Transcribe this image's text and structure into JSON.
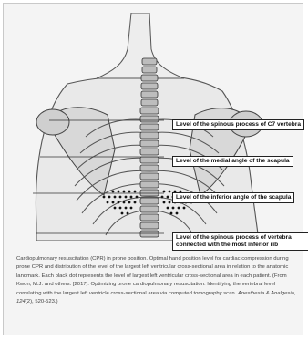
{
  "figure": {
    "labels": {
      "c7": "Level of the spinous process of C7 vertebra",
      "medial_scapula": "Level of the medial angle of the scapula",
      "inferior_scapula": "Level of the inferior angle of the scapula",
      "rib_line1": "Level of the spinous process of vertebra",
      "rib_line2": "connected with the most inferior rib"
    }
  },
  "caption": {
    "text": "Cardiopulmonary resuscitation (CPR) in prone position. Optimal hand position level for cardiac compression during prone CPR and distribution of the level of the largest left ventricular cross-sectional area in relation to the anatomic landmark. Each black dot represents the level of largest left ventricular cross-sectional area in each patient. (From Kwon, M.J. and others. [2017]. Optimizing prone cardiopulmonary resuscitation: Identifying the vertebral level correlating with the largest left ventricle cross-sectional area via computed tomography scan. ",
    "journal": "Anesthesia & Analgesia, 124",
    "citation_tail": "(2), 520-523.)"
  }
}
